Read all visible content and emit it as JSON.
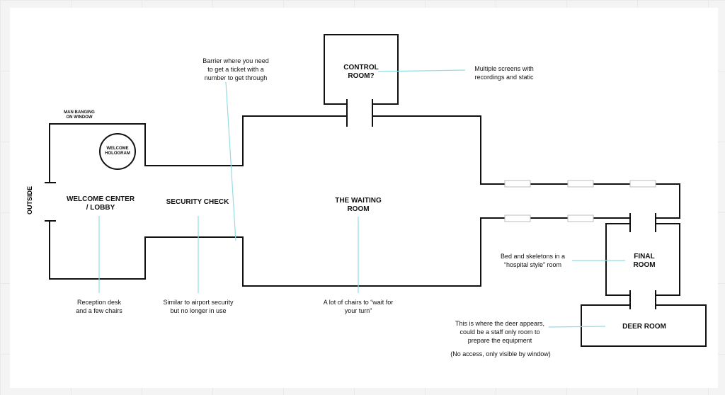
{
  "rooms": {
    "outside": "OUTSIDE",
    "welcome_line1": "WELCOME CENTER",
    "welcome_line2": "/ LOBBY",
    "security": "SECURITY CHECK",
    "waiting_line1": "THE WAITING",
    "waiting_line2": "ROOM",
    "control_line1": "CONTROL",
    "control_line2": "ROOM?",
    "final_line1": "FINAL",
    "final_line2": "ROOM",
    "deer": "DEER ROOM"
  },
  "features": {
    "hologram_line1": "WELCOME",
    "hologram_line2": "HOLOGRAM",
    "man_line1": "MAN BANGING",
    "man_line2": "ON WINDOW"
  },
  "notes": {
    "barrier": [
      "Barrier where you need",
      "to get a ticket with a",
      "number to get through"
    ],
    "screens": [
      "Multiple screens with",
      "recordings and static"
    ],
    "bed": [
      "Bed and skeletons in a",
      "“hospital style” room"
    ],
    "reception": [
      "Reception desk",
      "and a few chairs"
    ],
    "airport": [
      "Similar to airport security",
      "but no longer in use"
    ],
    "chairs": [
      "A lot of chairs to “wait for",
      "your turn”"
    ],
    "deer": [
      "This is where the deer appears,",
      "could be a staff only room to",
      "prepare the equipment"
    ],
    "no_access": "(No access, only visible by window)"
  },
  "colors": {
    "wall": "#111111",
    "connector": "#8fdde3",
    "window": "#bbbbbb"
  }
}
